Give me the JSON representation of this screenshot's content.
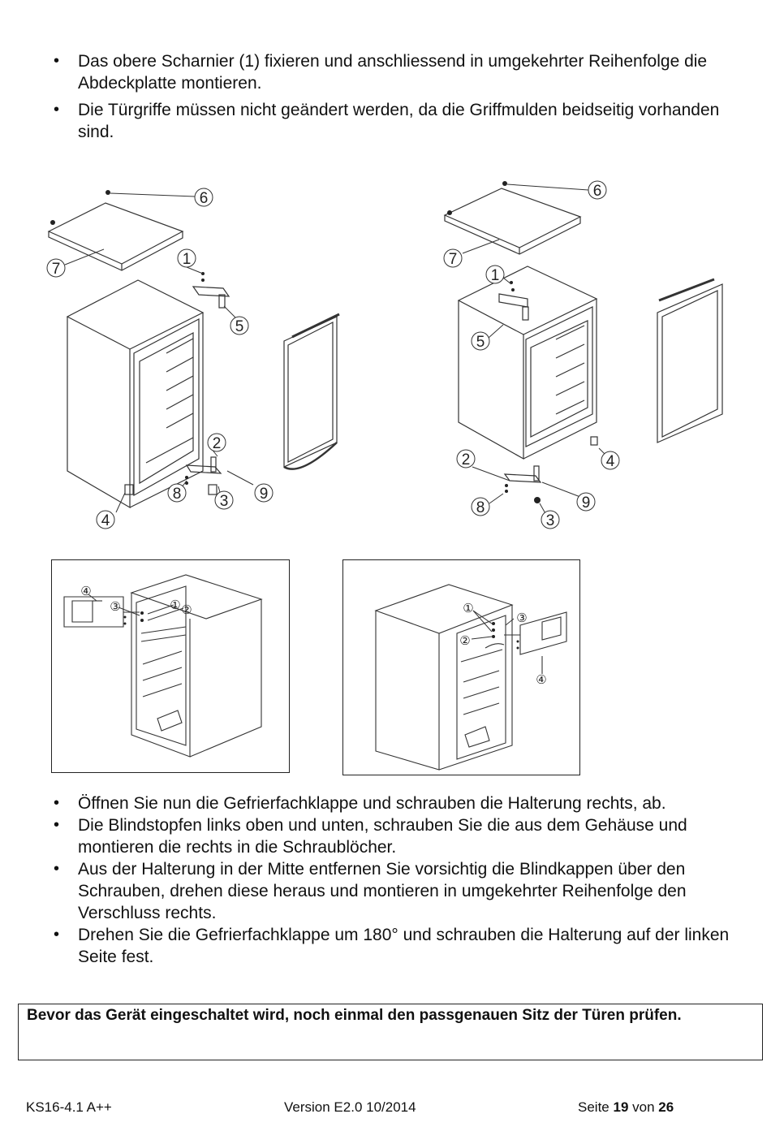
{
  "top_bullets": [
    "Das obere Scharnier (1) fixieren und anschliessend in umgekehrter Reihenfolge die Abdeckplatte montieren.",
    "Die Türgriffe müssen nicht geändert werden, da die Griffmulden beidseitig vorhanden sind."
  ],
  "figure_left_callouts": {
    "c1": "1",
    "c2": "2",
    "c3": "3",
    "c4": "4",
    "c5": "5",
    "c6": "6",
    "c7": "7",
    "c8": "8",
    "c9": "9"
  },
  "figure_right_callouts": {
    "c1": "1",
    "c2": "2",
    "c3": "3",
    "c4": "4",
    "c5": "5",
    "c6": "6",
    "c7": "7",
    "c8": "8",
    "c9": "9"
  },
  "freezer_left_callouts": {
    "c1": "①",
    "c2": "②",
    "c3": "③",
    "c4": "④"
  },
  "freezer_right_callouts": {
    "c1": "①",
    "c2": "②",
    "c3": "③",
    "c4": "④"
  },
  "bottom_bullets": [
    "Öffnen Sie nun die Gefrierfachklappe und schrauben die Halterung rechts, ab.",
    "Die Blindstopfen links oben und unten, schrauben Sie  die aus dem Gehäuse und montieren die rechts in die Schraublöcher.",
    "Aus der Halterung in der Mitte entfernen Sie vorsichtig die Blindkappen über den Schrauben, drehen diese heraus und montieren in umgekehrter Reihenfolge den Verschluss rechts.",
    "Drehen Sie die Gefrierfachklappe um 180° und schrauben die Halterung auf der linken Seite fest."
  ],
  "notice": "Bevor das Gerät eingeschaltet wird, noch einmal den passgenauen Sitz der Türen prüfen.",
  "footer": {
    "model": "KS16-4.1 A++",
    "version": "Version E2.0 10/2014",
    "page_prefix": "Seite",
    "page_current": "19",
    "page_mid": "von",
    "page_total": "26"
  }
}
